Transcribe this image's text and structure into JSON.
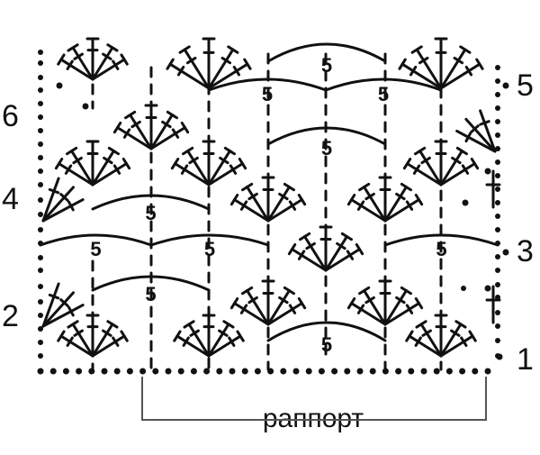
{
  "diagram": {
    "type": "crochet-chart",
    "row_numbers_left": [
      "2",
      "4",
      "6"
    ],
    "row_numbers_right": [
      "1",
      "3",
      "5"
    ],
    "chain_arch_label": "5",
    "repeat_label": "раппорт",
    "colors": {
      "ink": "#111111",
      "background": "#ffffff"
    }
  }
}
